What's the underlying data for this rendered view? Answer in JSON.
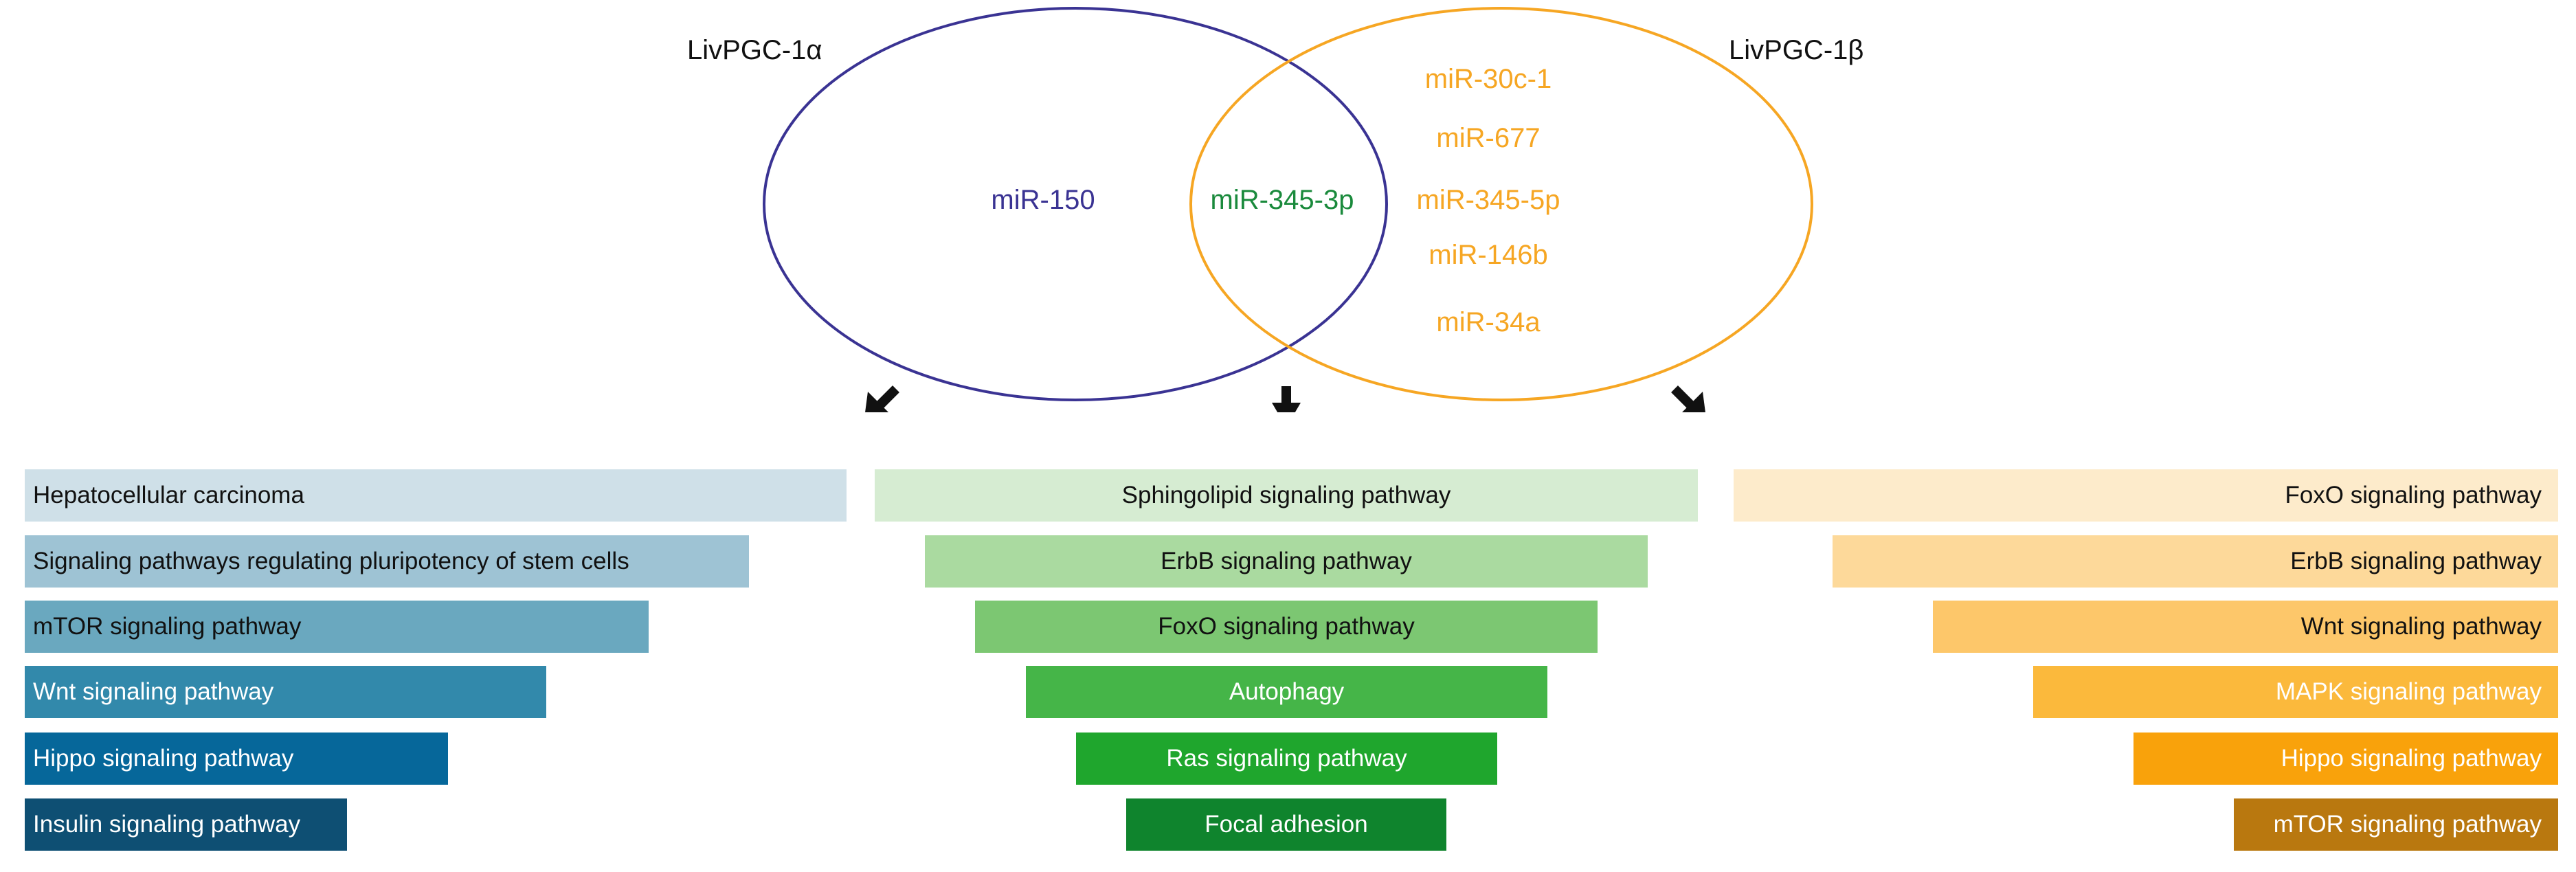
{
  "venn": {
    "left_set_label": "LivPGC-1α",
    "right_set_label": "LivPGC-1β",
    "left_only": [
      "miR-150"
    ],
    "intersection": [
      "miR-345-3p"
    ],
    "right_only": [
      "miR-30c-1",
      "miR-677",
      "miR-345-5p",
      "miR-146b",
      "miR-34a"
    ],
    "colors": {
      "left": "#3a3393",
      "right": "#f6a623",
      "intersection": "#1a8a3c",
      "arrow": "#111111"
    }
  },
  "pathways": {
    "left": {
      "items": [
        {
          "label": "Hepatocellular carcinoma",
          "bg": "#cfe0e8",
          "fg": "#111111"
        },
        {
          "label": "Signaling pathways regulating pluripotency of stem cells",
          "bg": "#9ec3d4",
          "fg": "#111111"
        },
        {
          "label": "mTOR signaling pathway",
          "bg": "#6aa8bf",
          "fg": "#111111"
        },
        {
          "label": "Wnt signaling pathway",
          "bg": "#3289ab",
          "fg": "#ffffff"
        },
        {
          "label": "Hippo signaling pathway",
          "bg": "#06679a",
          "fg": "#ffffff"
        },
        {
          "label": "Insulin signaling pathway",
          "bg": "#0e4f73",
          "fg": "#ffffff"
        }
      ]
    },
    "middle": {
      "items": [
        {
          "label": "Sphingolipid signaling pathway",
          "bg": "#d6ecd2",
          "fg": "#111111"
        },
        {
          "label": "ErbB signaling pathway",
          "bg": "#aadaa0",
          "fg": "#111111"
        },
        {
          "label": "FoxO signaling pathway",
          "bg": "#7cc772",
          "fg": "#111111"
        },
        {
          "label": "Autophagy",
          "bg": "#45b548",
          "fg": "#ffffff"
        },
        {
          "label": "Ras signaling pathway",
          "bg": "#1fa62d",
          "fg": "#ffffff"
        },
        {
          "label": "Focal adhesion",
          "bg": "#0f842d",
          "fg": "#ffffff"
        }
      ]
    },
    "right": {
      "items": [
        {
          "label": "FoxO signaling pathway",
          "bg": "#fdebcb",
          "fg": "#111111"
        },
        {
          "label": "ErbB signaling pathway",
          "bg": "#fdd99a",
          "fg": "#111111"
        },
        {
          "label": "Wnt signaling pathway",
          "bg": "#fdc76a",
          "fg": "#111111"
        },
        {
          "label": "MAPK signaling pathway",
          "bg": "#fbb93c",
          "fg": "#ffffff"
        },
        {
          "label": "Hippo signaling pathway",
          "bg": "#f9a20b",
          "fg": "#ffffff"
        },
        {
          "label": "mTOR signaling pathway",
          "bg": "#b9780f",
          "fg": "#ffffff"
        }
      ]
    }
  }
}
